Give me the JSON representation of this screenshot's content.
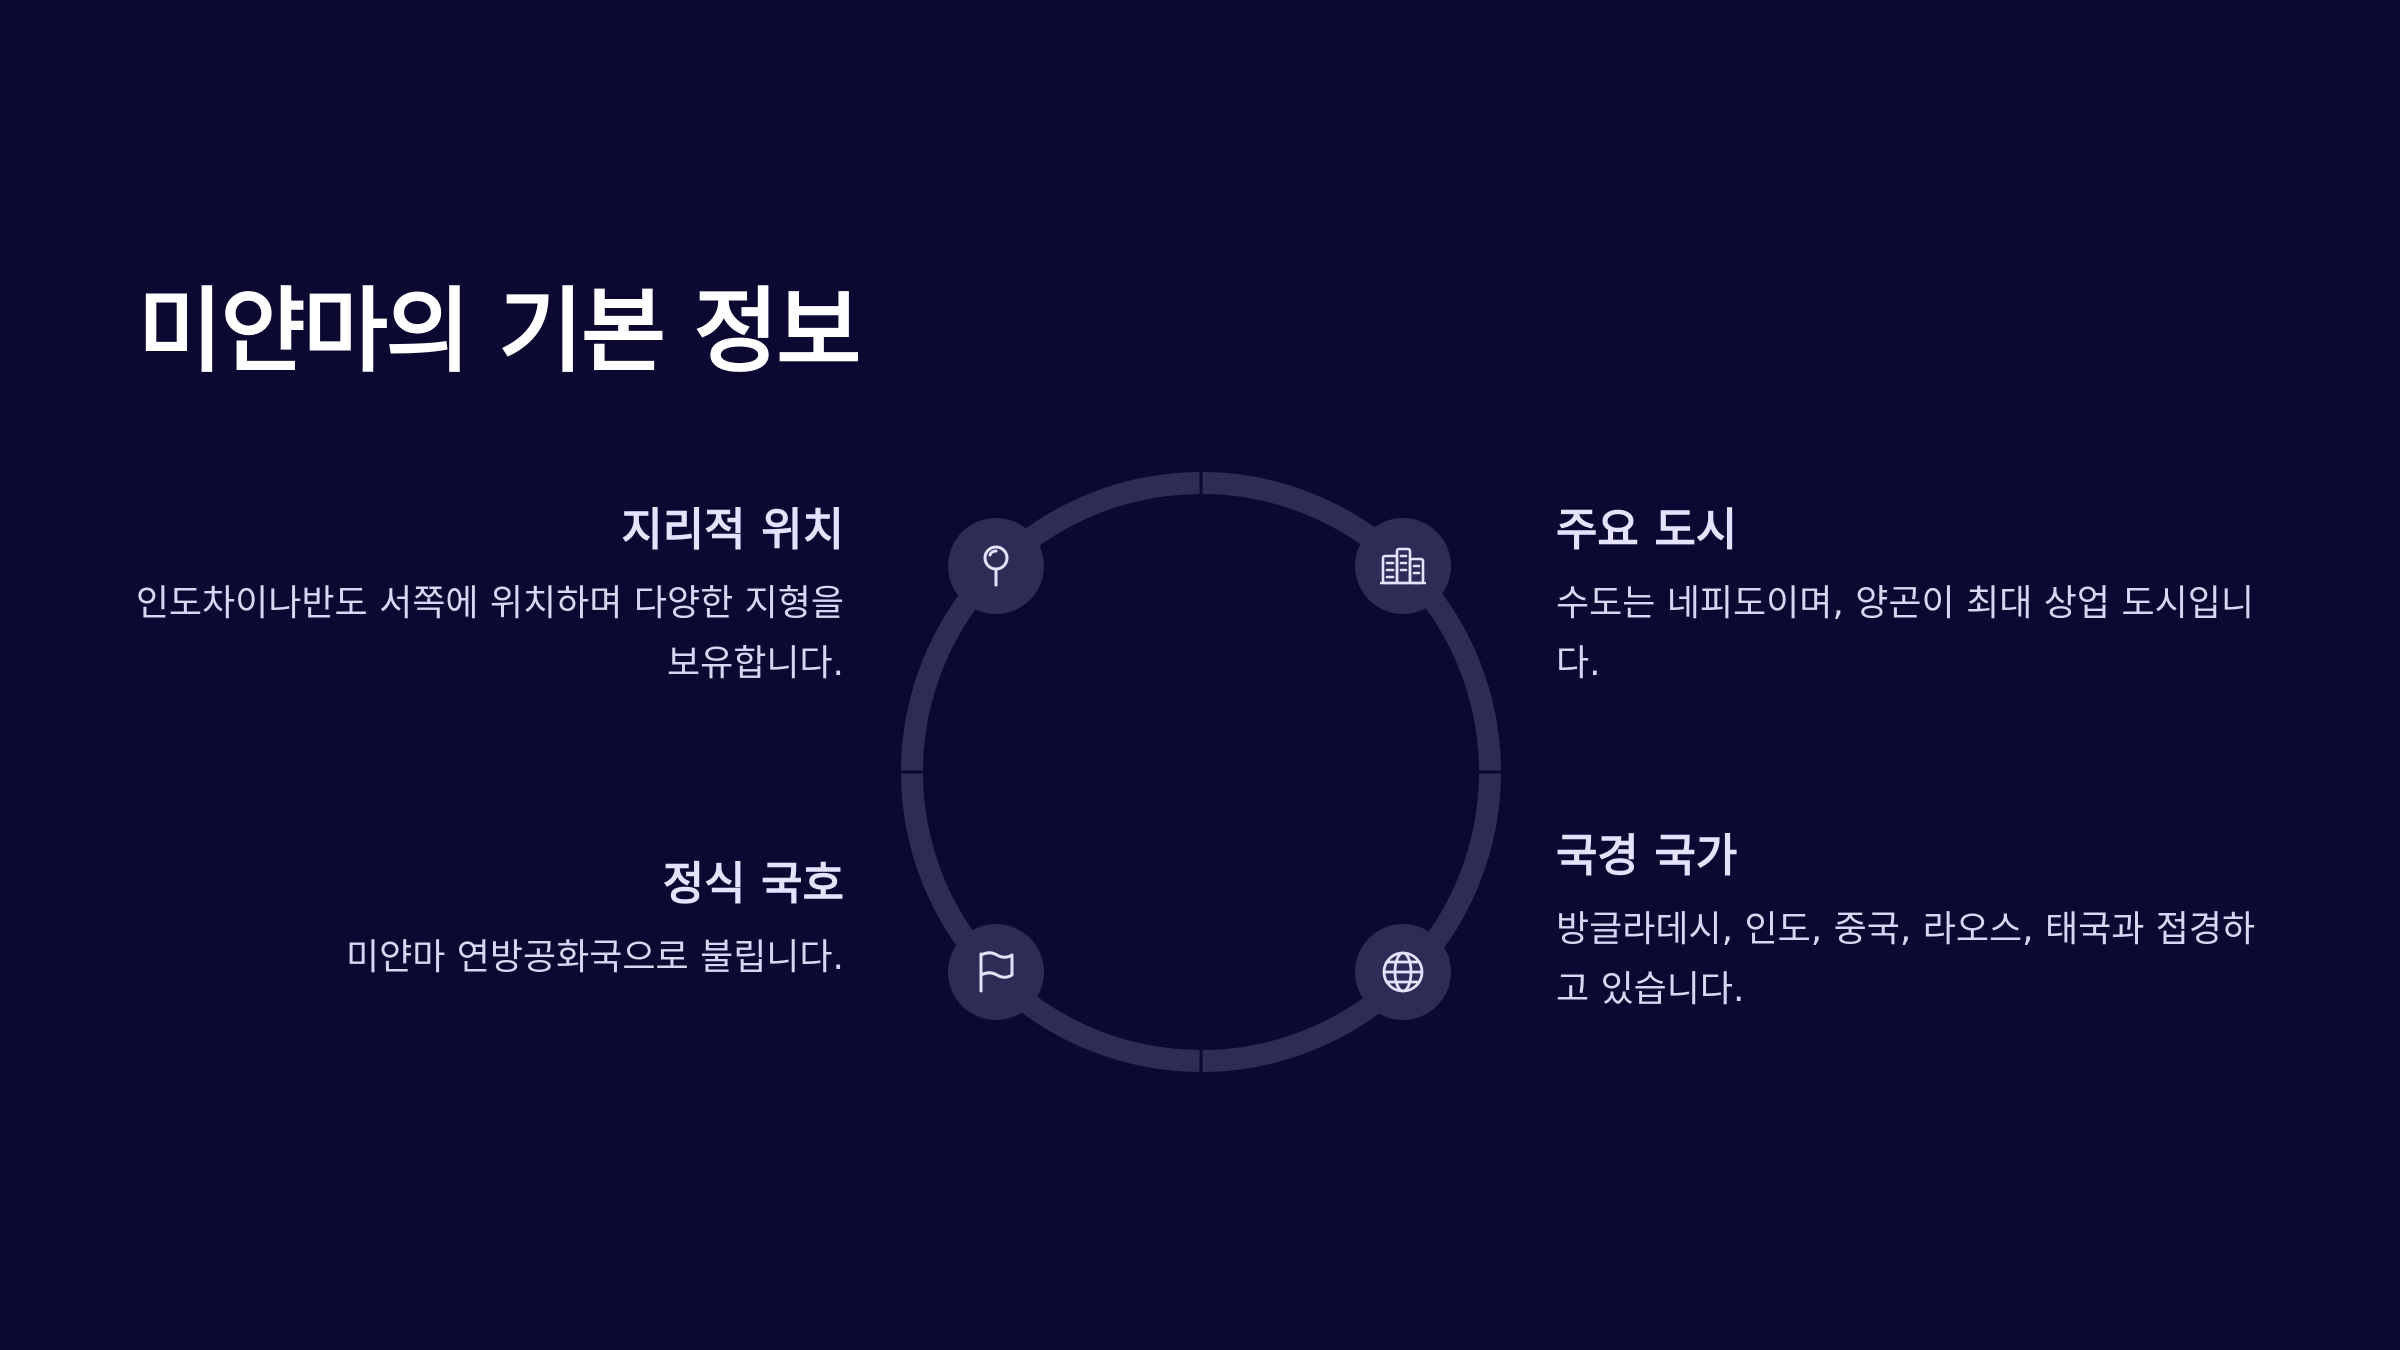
{
  "slide": {
    "title": "미얀마의 기본 정보"
  },
  "items": {
    "location": {
      "title": "지리적 위치",
      "desc": "인도차이나반도 서쪽에 위치하며 다양한 지형을 보유합니다.",
      "icon": "map-pin-icon"
    },
    "cities": {
      "title": "주요 도시",
      "desc": "수도는 네피도이며, 양곤이 최대 상업 도시입니다.",
      "icon": "buildings-icon"
    },
    "official_name": {
      "title": "정식 국호",
      "desc": "미얀마 연방공화국으로 불립니다.",
      "icon": "flag-icon"
    },
    "borders": {
      "title": "국경 국가",
      "desc": "방글라데시, 인도, 중국, 라오스, 태국과 접경하고 있습니다.",
      "icon": "globe-icon"
    }
  },
  "colors": {
    "background": "#0b0932",
    "ring": "#2e2b56",
    "icon_stroke": "#e4e2ff",
    "title_text": "#ffffff"
  }
}
